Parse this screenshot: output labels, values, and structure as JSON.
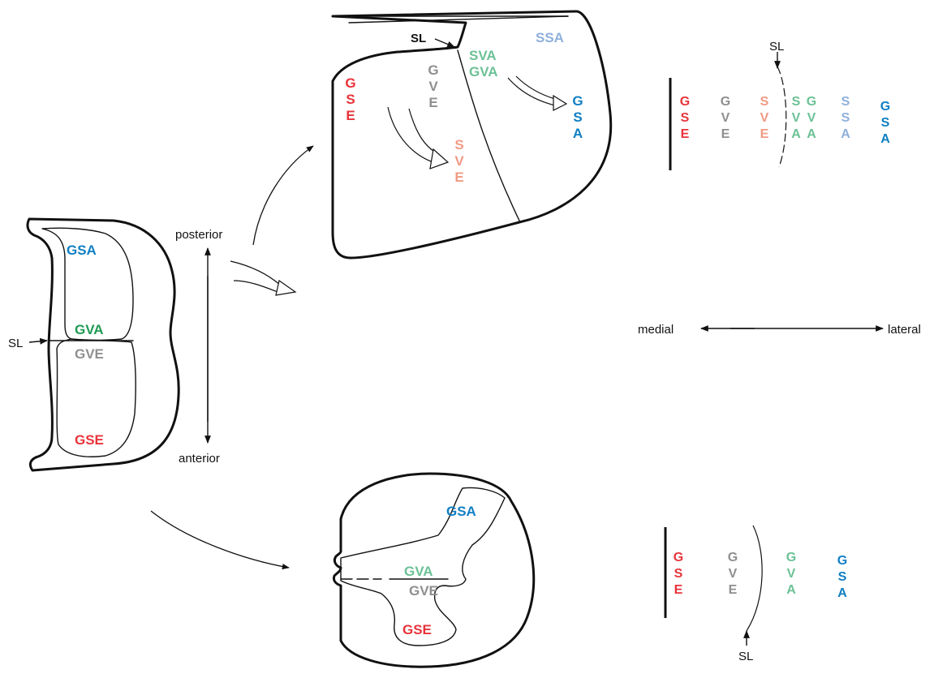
{
  "colors": {
    "GSE": "#e8333a",
    "GVE": "#8f8f8f",
    "SVE": "#f09a84",
    "SVA_GVA": "#6cc196",
    "GVA_dark": "#1f9a53",
    "SSA": "#8fb0dc",
    "GSA": "#0f7fc3",
    "line": "#111111"
  },
  "embryo": {
    "gsa": "GSA",
    "gva": "GVA",
    "gve": "GVE",
    "gse": "GSE",
    "sl": "SL"
  },
  "axes": {
    "posterior": "posterior",
    "anterior": "anterior",
    "medial": "medial",
    "lateral": "lateral"
  },
  "brainstem": {
    "sl": "SL",
    "gse": [
      "G",
      "S",
      "E"
    ],
    "gve": [
      "G",
      "V",
      "E"
    ],
    "sve": [
      "S",
      "V",
      "E"
    ],
    "sva": "SVA",
    "gva": "GVA",
    "ssa": "SSA",
    "gsa": [
      "G",
      "S",
      "A"
    ]
  },
  "brainstem_columns": {
    "sl": "SL",
    "gse": [
      "G",
      "S",
      "E"
    ],
    "gve": [
      "G",
      "V",
      "E"
    ],
    "sve": [
      "S",
      "V",
      "E"
    ],
    "sva": [
      "S",
      "V",
      "A"
    ],
    "gva": [
      "G",
      "V",
      "A"
    ],
    "ssa": [
      "S",
      "S",
      "A"
    ],
    "gsa": [
      "G",
      "S",
      "A"
    ]
  },
  "spinal": {
    "gsa": "GSA",
    "gva": "GVA",
    "gve": "GVE",
    "gse": "GSE"
  },
  "spinal_columns": {
    "sl": "SL",
    "gse": [
      "G",
      "S",
      "E"
    ],
    "gve": [
      "G",
      "V",
      "E"
    ],
    "gva": [
      "G",
      "V",
      "A"
    ],
    "gsa": [
      "G",
      "S",
      "A"
    ]
  }
}
